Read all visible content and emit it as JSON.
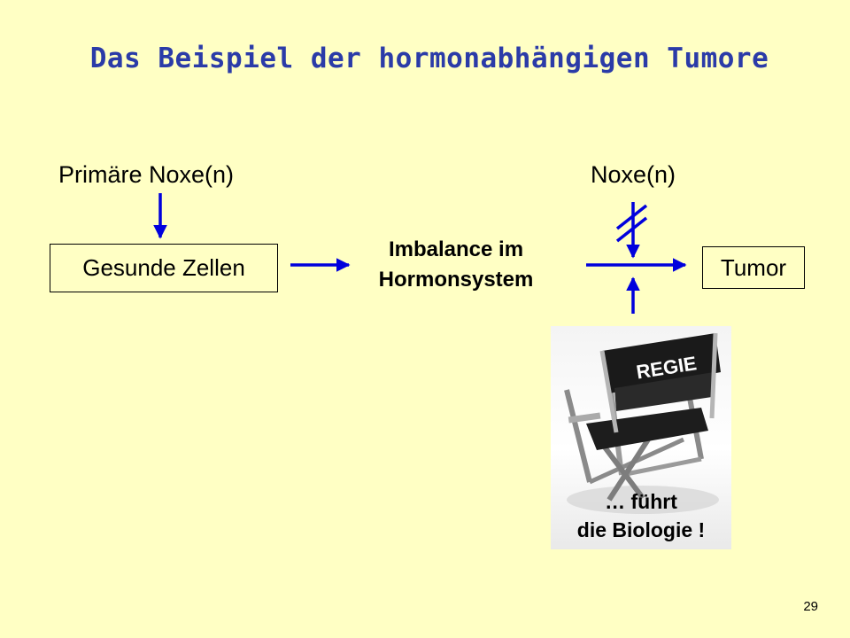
{
  "title": "Das Beispiel der hormonabhängigen Tumore",
  "labels": {
    "primary_noxe": "Primäre Noxe(n)",
    "noxe": "Noxe(n)",
    "healthy_cells": "Gesunde Zellen",
    "imbalance_line1": "Imbalance im",
    "imbalance_line2": "Hormonsystem",
    "tumor": "Tumor"
  },
  "image": {
    "chair_text": "REGIE",
    "caption_line1": "… führt",
    "caption_line2": "die Biologie !"
  },
  "page_number": "29",
  "colors": {
    "background": "#ffffc4",
    "title": "#2b3ba8",
    "arrow": "#0000dd"
  }
}
